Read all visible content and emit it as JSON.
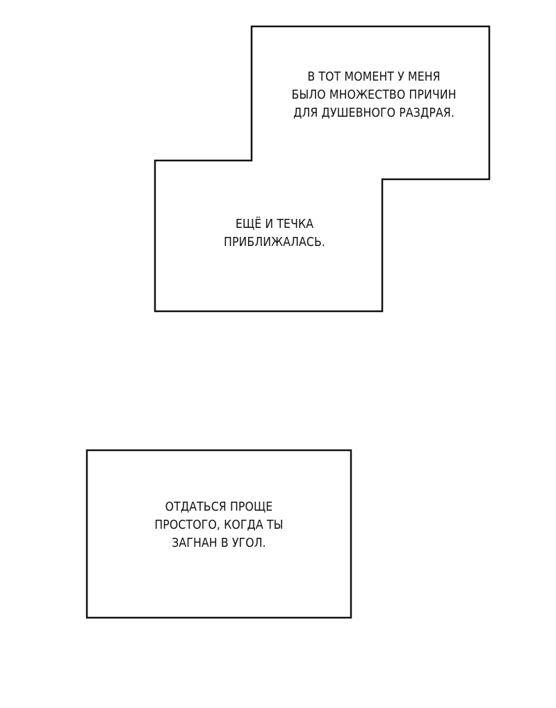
{
  "panels": {
    "top": {
      "caption_lines": [
        "В ТОТ МОМЕНТ У МЕНЯ",
        "БЫЛО МНОЖЕСТВО ПРИЧИН",
        "ДЛЯ ДУШЕВНОГО РАЗДРАЯ."
      ],
      "secondary_caption_lines": [
        "ЕЩЁ И ТЕЧКА",
        "ПРИБЛИЖАЛАСЬ."
      ]
    },
    "bottom": {
      "caption_lines": [
        "ОТДАТЬСЯ ПРОЩЕ",
        "ПРОСТОГО, КОГДА ТЫ",
        "ЗАГНАН В УГОЛ."
      ]
    }
  },
  "colors": {
    "background": "#ffffff",
    "border": "#111111",
    "text": "#111111"
  }
}
